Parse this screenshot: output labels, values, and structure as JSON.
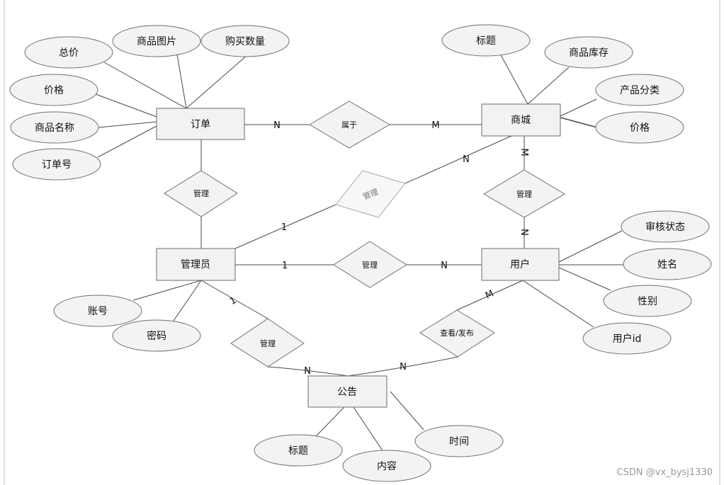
{
  "entities": {
    "order": "订单",
    "mall": "商城",
    "admin": "管理员",
    "user": "用户",
    "notice": "公告"
  },
  "relationships": {
    "belongs": "属于",
    "manage_order": "管理",
    "manage_mall": "管理",
    "manage_user": "管理",
    "mall_user": "管理",
    "manage_notice": "管理",
    "view_publish": "查看/发布"
  },
  "attributes": {
    "order": [
      "总价",
      "商品图片",
      "购买数量",
      "价格",
      "商品名称",
      "订单号"
    ],
    "mall": [
      "标题",
      "商品库存",
      "产品分类",
      "价格"
    ],
    "admin": [
      "账号",
      "密码"
    ],
    "user": [
      "审核状态",
      "姓名",
      "性别",
      "用户id"
    ],
    "notice": [
      "标题",
      "内容",
      "时间"
    ]
  },
  "cardinalities": {
    "order_belongs": "N",
    "belongs_mall": "M",
    "admin_mall_1": "1",
    "admin_mall_n": "N",
    "mall_user_m": "M",
    "mall_user_n": "N",
    "admin_user_1": "1",
    "admin_user_n": "N",
    "admin_notice_1": "1",
    "admin_notice_n": "N",
    "user_notice_m": "M",
    "user_notice_n": "N"
  },
  "watermark": "CSDN @vx_bysj1330"
}
